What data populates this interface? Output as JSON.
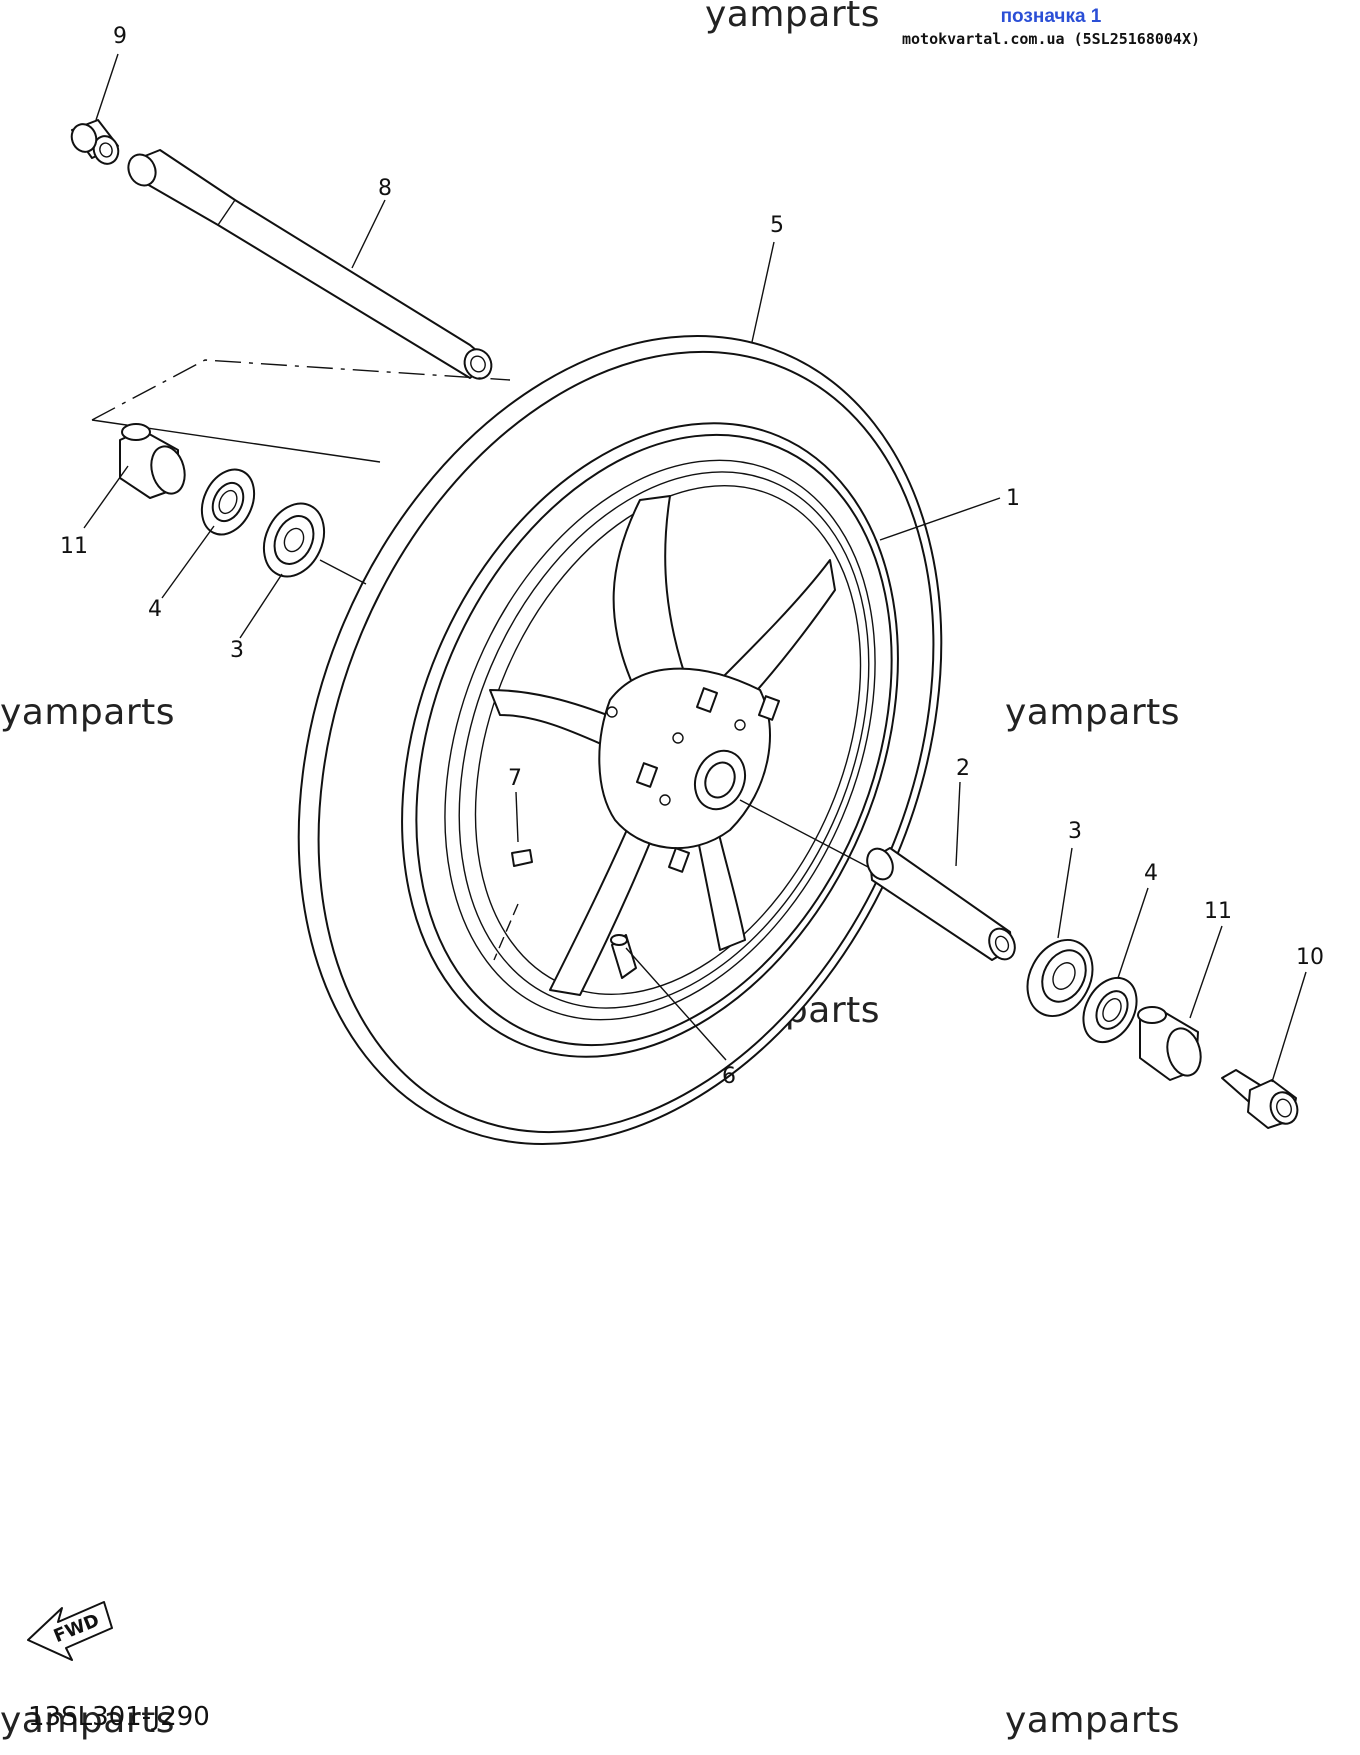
{
  "watermark": "yamparts",
  "tag": {
    "title": "позначка 1",
    "site": "motokvartal.com.ua (5SL25168004X)"
  },
  "callouts": {
    "c1": "1",
    "c2": "2",
    "c3a": "3",
    "c3b": "3",
    "c4a": "4",
    "c4b": "4",
    "c5": "5",
    "c6": "6",
    "c7": "7",
    "c8": "8",
    "c9": "9",
    "c10": "10",
    "c11a": "11",
    "c11b": "11"
  },
  "fwd_label": "FWD",
  "diagram_code": "13SL301-J290"
}
